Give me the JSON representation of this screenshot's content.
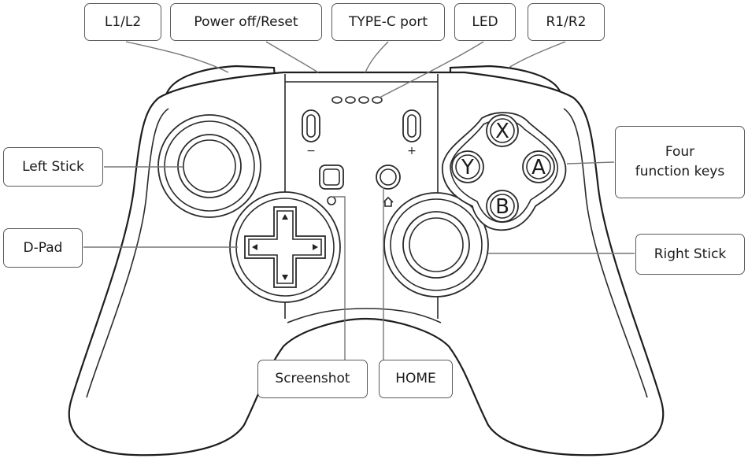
{
  "diagram": {
    "labels": {
      "l1l2": "L1/L2",
      "power": "Power off/Reset",
      "typec": "TYPE-C port",
      "led": "LED",
      "r1r2": "R1/R2",
      "left_stick": "Left Stick",
      "dpad": "D-Pad",
      "four_keys_line1": "Four",
      "four_keys_line2": "function keys",
      "right_stick": "Right Stick",
      "screenshot": "Screenshot",
      "home": "HOME"
    },
    "buttons": {
      "x": "X",
      "y": "Y",
      "a": "A",
      "b": "B",
      "minus": "−",
      "plus": "+"
    }
  }
}
